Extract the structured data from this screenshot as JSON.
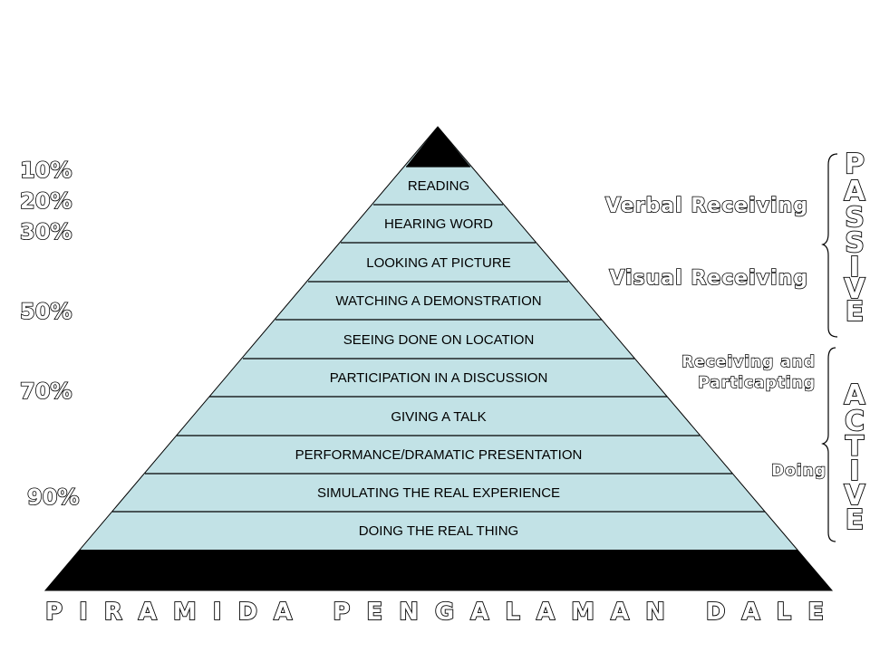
{
  "levels": [
    "READING",
    "HEARING WORD",
    "LOOKING AT PICTURE",
    "WATCHING A DEMONSTRATION",
    "SEEING DONE ON LOCATION",
    "PARTICIPATION IN A DISCUSSION",
    "GIVING A TALK",
    "PERFORMANCE/DRAMATIC PRESENTATION",
    "SIMULATING THE REAL EXPERIENCE",
    "DOING THE REAL THING"
  ],
  "percentages": [
    "10%",
    "20%",
    "30%",
    "50%",
    "70%",
    "90%"
  ],
  "categories": {
    "verbal": "Verbal Receiving",
    "visual": "Visual Receiving",
    "receiving_line1": "Receiving and",
    "receiving_line2": "Particapting",
    "doing": "Doing"
  },
  "passive_letters": [
    "P",
    "A",
    "S",
    "S",
    "I",
    "V",
    "E"
  ],
  "active_letters": [
    "A",
    "C",
    "T",
    "I",
    "V",
    "E"
  ],
  "title": "PIRAMIDA PENGALAMAN DALE",
  "colors": {
    "band_fill": "#c2e2e6",
    "apex_base": "#000000",
    "outline": "#000000"
  }
}
